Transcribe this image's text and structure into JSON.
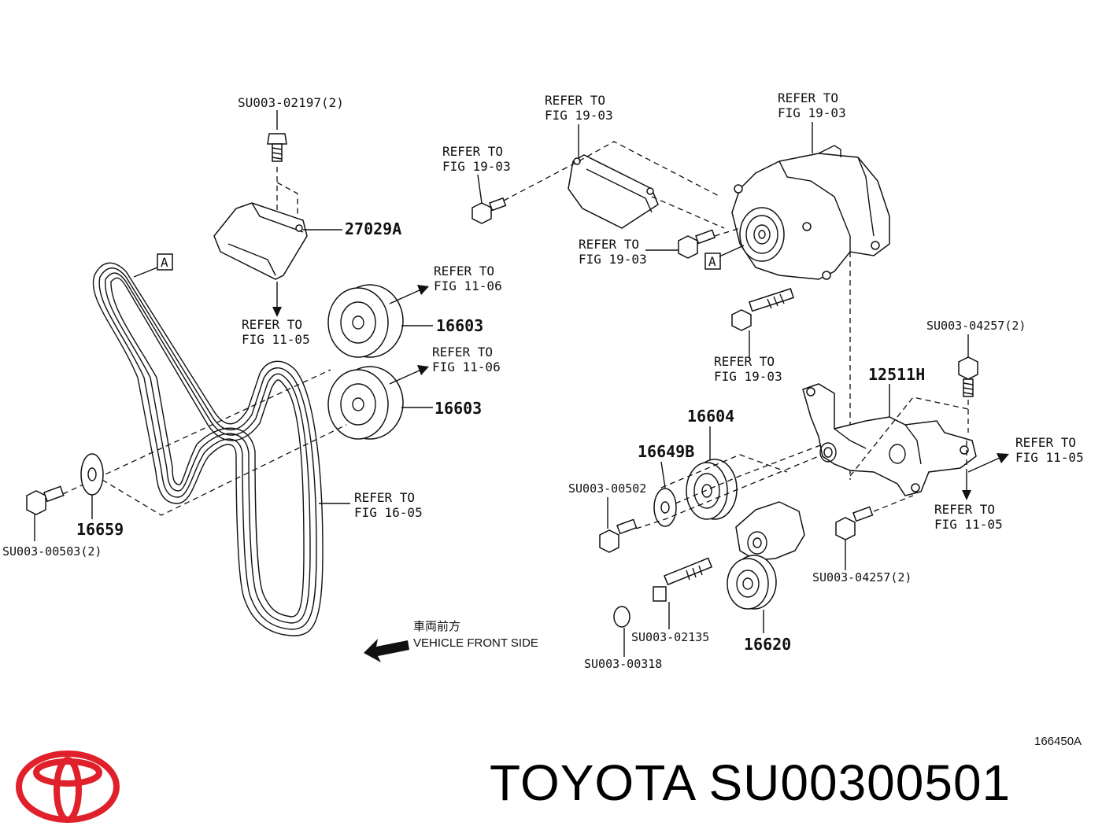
{
  "diagram": {
    "labels": {
      "su_02197": "SU003-02197(2)",
      "p27029a": "27029A",
      "refer_to": "REFER TO",
      "fig_11_05": "FIG 11-05",
      "fig_11_06": "FIG 11-06",
      "fig_19_03": "FIG 19-03",
      "fig_16_05": "FIG 16-05",
      "p16603": "16603",
      "p16659": "16659",
      "su_00503": "SU003-00503(2)",
      "p16604": "16604",
      "p16649b": "16649B",
      "su_00502": "SU003-00502",
      "p12511h": "12511H",
      "su_04257": "SU003-04257(2)",
      "su_02135": "SU003-02135",
      "p16620": "16620",
      "su_00318": "SU003-00318",
      "marker_a": "A",
      "front_jp": "車両前方",
      "front_en": "VEHICLE FRONT SIDE",
      "diagram_code": "166450A"
    }
  },
  "footer": {
    "brand_text": "TOYOTA SU00300501",
    "logo_color": "#e0202a"
  }
}
